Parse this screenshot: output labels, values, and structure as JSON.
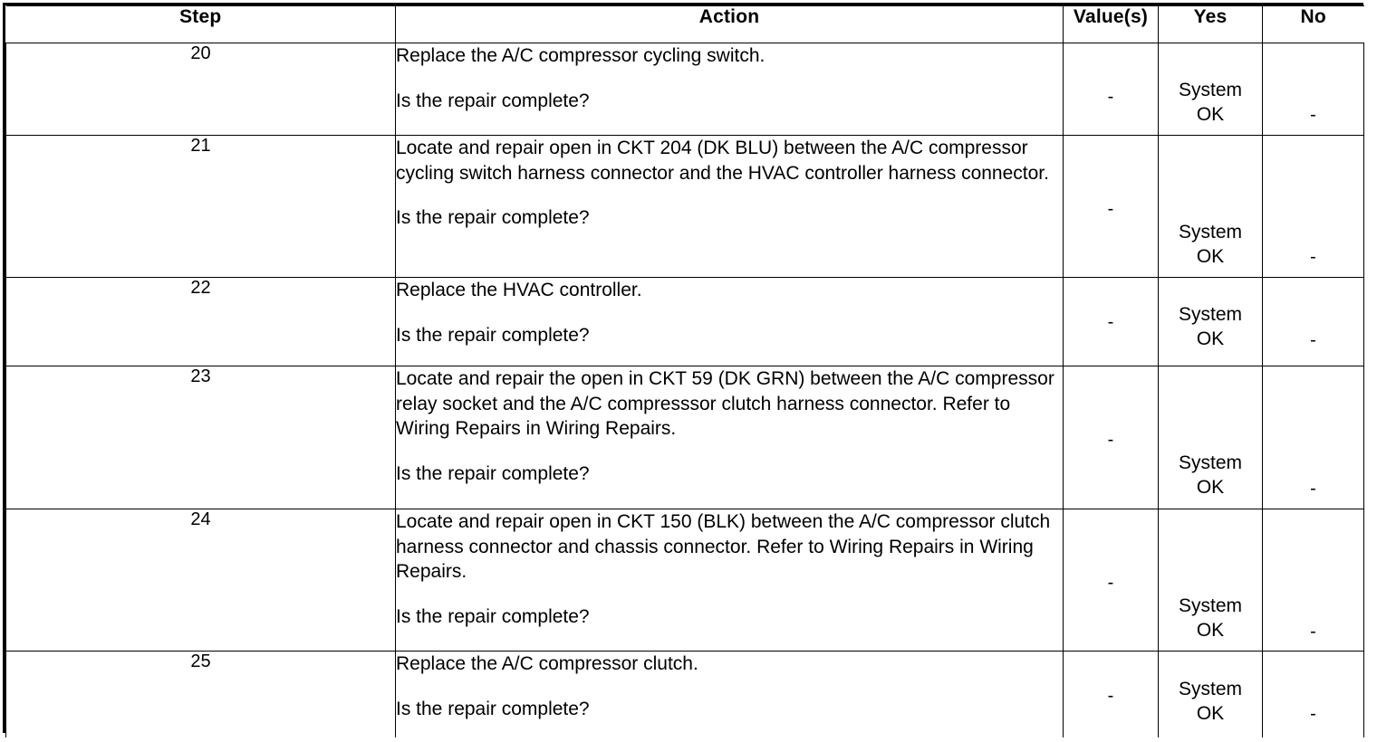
{
  "table": {
    "columns": [
      {
        "key": "step",
        "label": "Step"
      },
      {
        "key": "action",
        "label": "Action"
      },
      {
        "key": "value",
        "label": "Value(s)"
      },
      {
        "key": "yes",
        "label": "Yes"
      },
      {
        "key": "no",
        "label": "No"
      }
    ],
    "rows": [
      {
        "step": "20",
        "action": "Replace the A/C compressor cycling switch.",
        "question": "Is the repair complete?",
        "value": "-",
        "yes_line1": "System",
        "yes_line2": "OK",
        "no": "-"
      },
      {
        "step": "21",
        "action": "Locate and repair open in CKT 204 (DK BLU) between the A/C compressor cycling switch harness connector and the HVAC controller harness connector.",
        "question": "Is the repair complete?",
        "value": "-",
        "yes_line1": "System",
        "yes_line2": "OK",
        "no": "-"
      },
      {
        "step": "22",
        "action": "Replace the HVAC controller.",
        "question": "Is the repair complete?",
        "value": "-",
        "yes_line1": "System",
        "yes_line2": "OK",
        "no": "-"
      },
      {
        "step": "23",
        "action": "Locate and repair the open in CKT 59 (DK GRN) between the A/C compressor relay socket and the A/C compresssor clutch harness connector. Refer to Wiring Repairs in Wiring Repairs.",
        "question": "Is the repair complete?",
        "value": "-",
        "yes_line1": "System",
        "yes_line2": "OK",
        "no": "-"
      },
      {
        "step": "24",
        "action": "Locate and repair open in CKT 150 (BLK) between the A/C compressor clutch harness connector and chassis connector. Refer to Wiring Repairs in Wiring Repairs.",
        "question": "Is the repair complete?",
        "value": "-",
        "yes_line1": "System",
        "yes_line2": "OK",
        "no": "-"
      },
      {
        "step": "25",
        "action": "Replace the A/C compressor clutch.",
        "question": "Is the repair complete?",
        "value": "-",
        "yes_line1": "System",
        "yes_line2": "OK",
        "no": "-"
      }
    ]
  },
  "colors": {
    "border": "#000000",
    "text": "#000000",
    "background": "#ffffff"
  }
}
